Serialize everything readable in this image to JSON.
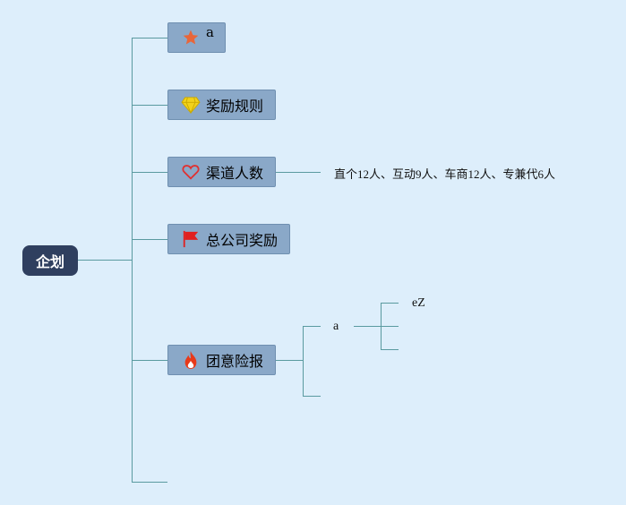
{
  "root": {
    "label": "企划"
  },
  "branches": [
    {
      "label": "a",
      "icon": "star-icon"
    },
    {
      "label": "奖励规则",
      "icon": "diamond-icon"
    },
    {
      "label": "渠道人数",
      "icon": "heart-icon",
      "note": "直个12人、互动9人、车商12人、专兼代6人"
    },
    {
      "label": "总公司奖励",
      "icon": "flag-icon"
    },
    {
      "label": "团意险报",
      "icon": "fire-icon"
    }
  ],
  "subnode": {
    "label": "a"
  },
  "leaf": {
    "label": "eZ"
  },
  "colors": {
    "background": "#ddeefb",
    "root": "#2f3f5f",
    "node": "#8aa8c8",
    "line": "#5a9aa0",
    "star": "#e8663a",
    "diamond": "#f2d21a",
    "heart": "#e03030",
    "flag": "#e02020",
    "fire": "#e83a1a"
  }
}
